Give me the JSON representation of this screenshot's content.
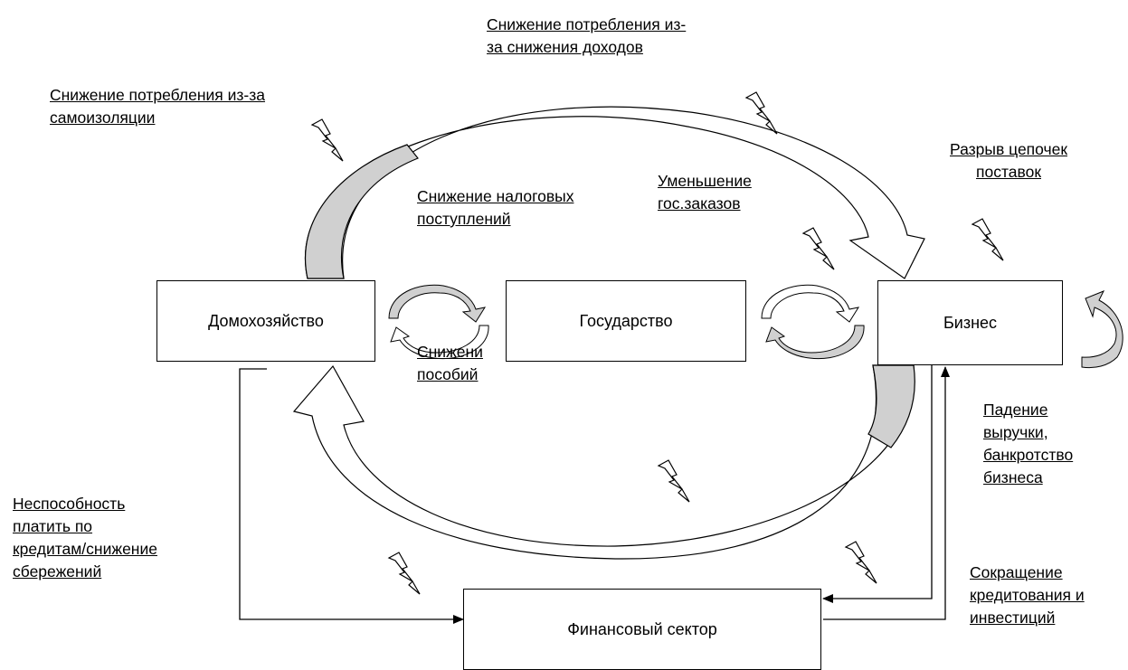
{
  "boxes": {
    "household": "Домохозяйство",
    "government": "Государство",
    "business": "Бизнес",
    "financial": "Финансовый сектор"
  },
  "labels": {
    "consumption_income_1": "Снижение потребления из-",
    "consumption_income_2": "за снижения доходов",
    "consumption_isolation_1": "Снижение потребления из-за",
    "consumption_isolation_2": "самоизоляции",
    "supply_chain_1": "Разрыв цепочек",
    "supply_chain_2": "поставок",
    "tax_1": "Снижение налоговых",
    "tax_2": "поступлений",
    "orders_1": "Уменьшение",
    "orders_2": "гос.заказов",
    "benefits_1": "Снижени",
    "benefits_2": "пособий",
    "revenue_1": "Падение",
    "revenue_2": "выручки,",
    "revenue_3": "банкротство",
    "revenue_4": "бизнеса",
    "credit_1": "Неспособность",
    "credit_2": "платить по",
    "credit_3": "кредитам/снижение",
    "credit_4": "сбережений",
    "lending_1": "Сокращение",
    "lending_2": "кредитования и",
    "lending_3": "инвестиций"
  },
  "icons": {
    "shock": "lightning-bolt-icon",
    "cycle": "circular-arrows-icon"
  },
  "colors": {
    "arrow_fill": "#d0d0d0",
    "line": "#000000",
    "background": "#ffffff"
  }
}
